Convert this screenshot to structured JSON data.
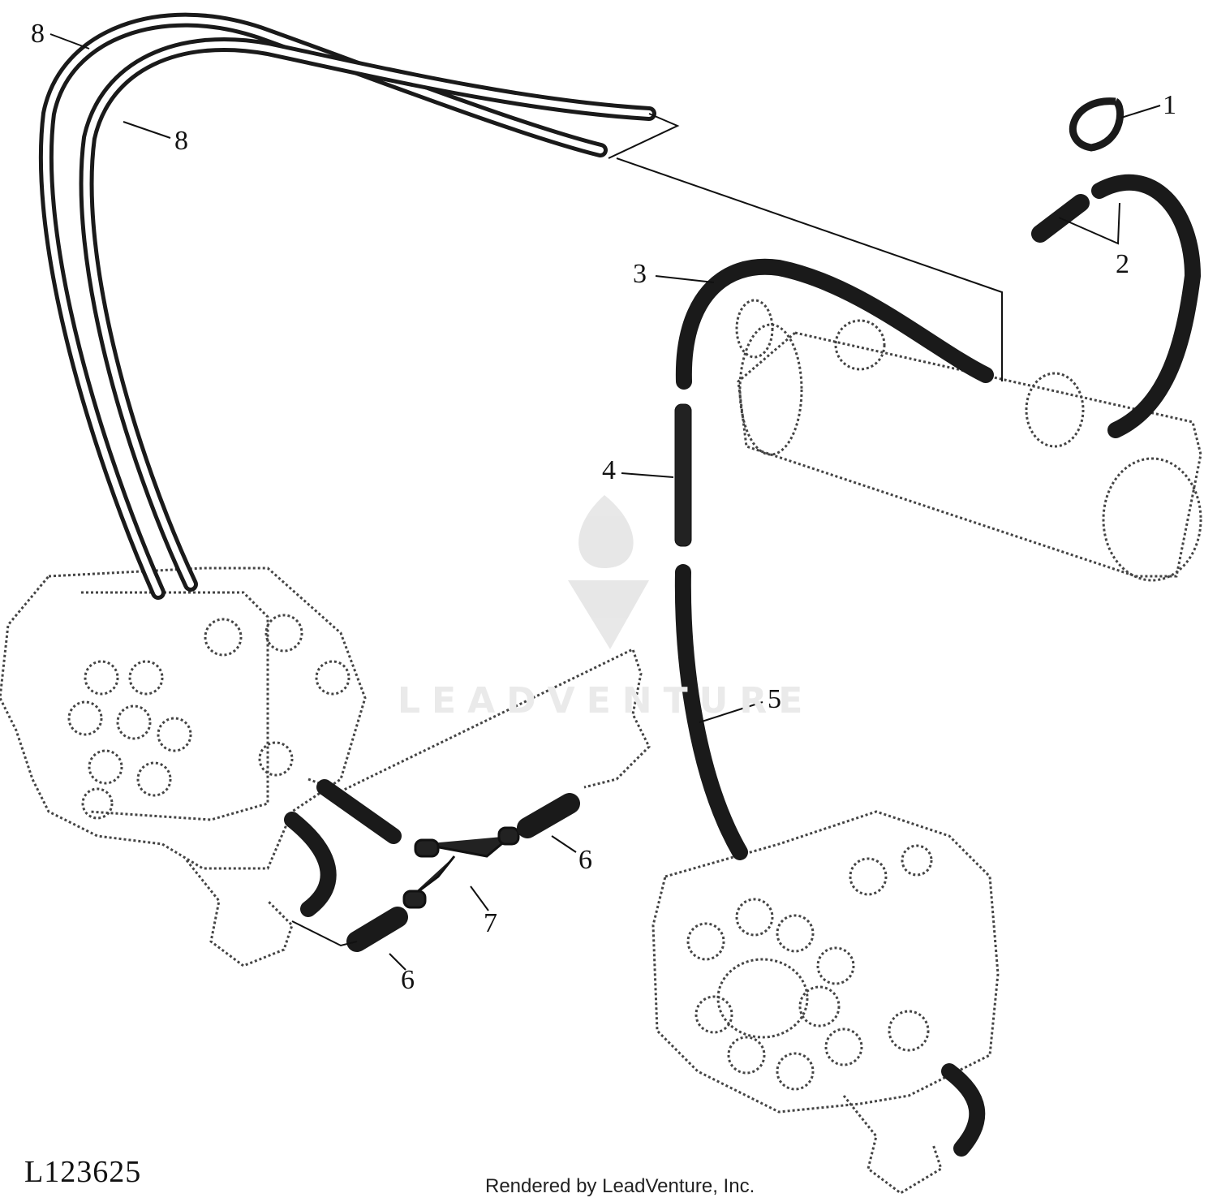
{
  "diagram": {
    "callouts": [
      "1",
      "2",
      "3",
      "4",
      "5",
      "6",
      "6",
      "7",
      "8",
      "8"
    ],
    "figure_id": "L123625",
    "credit": "Rendered by LeadVenture, Inc.",
    "watermark": "LEADVENTURE",
    "ink_color": "#1a1a1a",
    "ghost_color": "#555555"
  }
}
